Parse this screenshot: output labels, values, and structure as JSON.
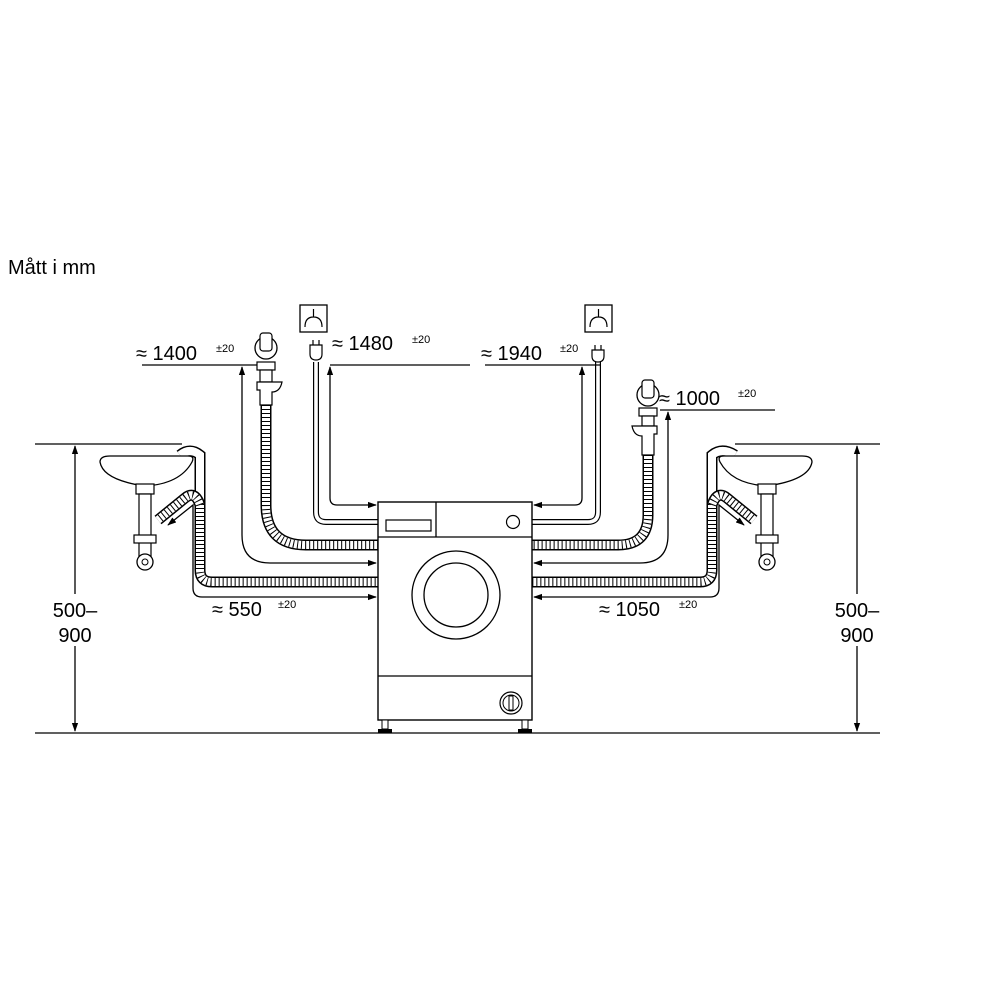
{
  "units_label": "Mått i mm",
  "tolerance": "±20",
  "dimensions": {
    "left_inlet": "≈ 1400",
    "left_power": "≈ 1480",
    "right_power": "≈ 1940",
    "right_inlet": "≈ 1000",
    "left_drain": "≈ 550",
    "right_drain": "≈ 1050"
  },
  "height_range": {
    "line1": "500–",
    "line2": "900"
  }
}
